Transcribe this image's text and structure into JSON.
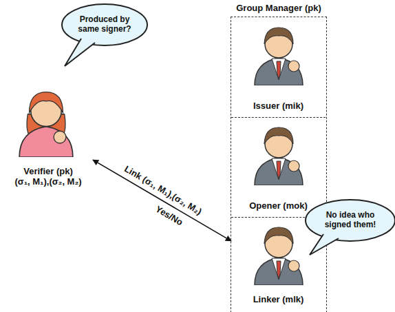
{
  "diagram": {
    "nodes": [
      {
        "text": [
          "Verifier (pk)",
          "(σ₁, M₁),(σ₂, M₂)"
        ]
      },
      {
        "text": [
          "Produced by same signer?"
        ]
      },
      {
        "text": [
          "Group Manager (pk)"
        ]
      },
      {
        "text": [
          "Issuer (mik)"
        ],
        "in": 2
      },
      {
        "text": [
          "Opener (mok)"
        ],
        "in": 2
      },
      {
        "text": [
          "Linker (mlk)"
        ],
        "in": 2
      },
      {
        "text": [
          "No idea who signed them!"
        ]
      }
    ],
    "edges": [
      {
        "from": 0,
        "to": 5,
        "label": "Link (σ₁, M₁),(σ₂, M₂)",
        "arrow": "both"
      }
    ],
    "labels": [
      "Yes/No"
    ]
  }
}
